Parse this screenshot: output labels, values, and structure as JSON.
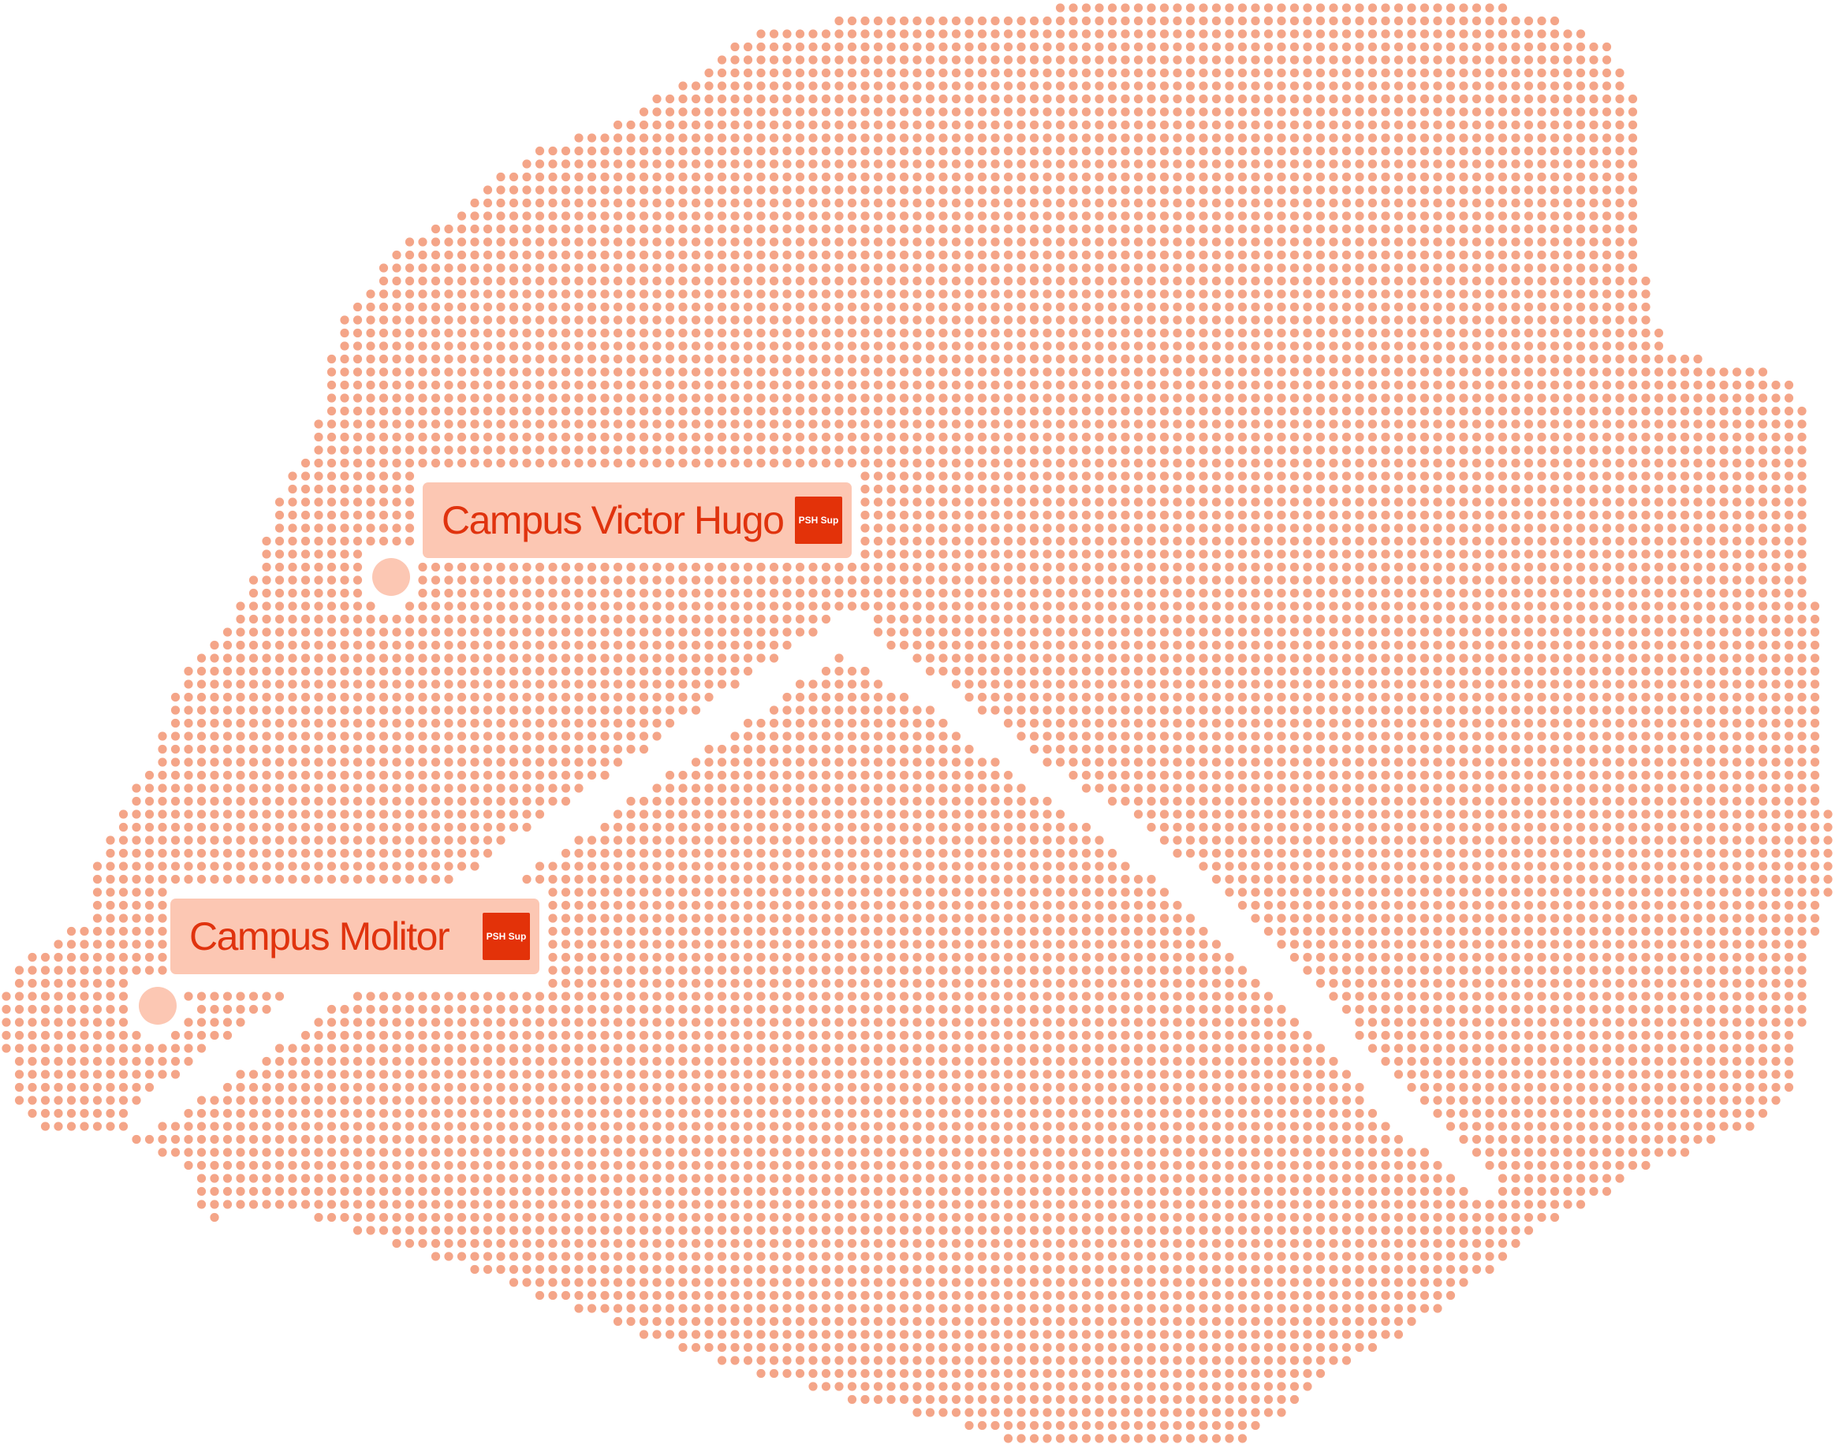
{
  "colors": {
    "background": "#ffffff",
    "dot": "#f4a588",
    "label_background": "#fcc7b3",
    "label_text": "#e0330e",
    "marker": "#fcc7b3",
    "logo_background": "#e33209",
    "logo_text": "#ffffff"
  },
  "map": {
    "dot_spacing": 16.5,
    "dot_radius": 5.6
  },
  "campuses": [
    {
      "id": "victor-hugo",
      "name": "Campus Victor Hugo",
      "logo_text": "PSH Sup"
    },
    {
      "id": "molitor",
      "name": "Campus Molitor",
      "logo_text": "PSH Sup"
    }
  ]
}
